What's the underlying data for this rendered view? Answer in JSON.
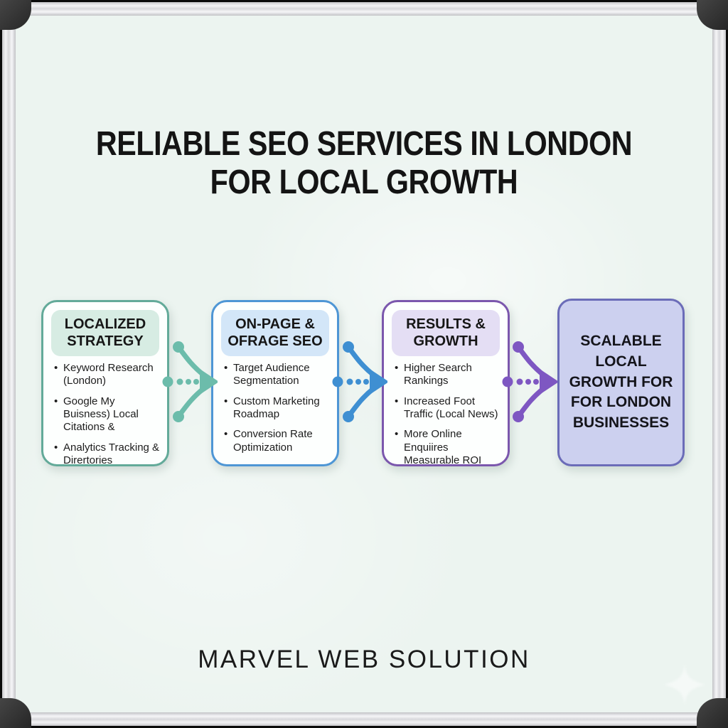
{
  "title": {
    "line1": "RELIABLE SEO SERVICES IN LONDON",
    "line2": "FOR LOCAL GROWTH"
  },
  "steps": [
    {
      "header": "LOCALIZED STRATEGY",
      "bullets": [
        "Keyword Research (London)",
        "Google My Buisness) Local Citations &",
        "Analytics Tracking & Dirertories"
      ],
      "colors": {
        "border": "#63aa99",
        "header_bg": "#d7ece3",
        "arrow": "#6cbcab"
      }
    },
    {
      "header": "ON-PAGE & OFRAGE SEO",
      "bullets": [
        "Target Audience Segmentation",
        "Custom Marketing Roadmap",
        "Conversion Rate Optimization"
      ],
      "colors": {
        "border": "#4e96d5",
        "header_bg": "#d3e6f8",
        "arrow": "#3f8fd2"
      }
    },
    {
      "header": "RESULTS & GROWTH",
      "bullets": [
        "Higher Search Rankings",
        "Increased Foot Traffic (Local News)",
        "More Online Enquiires Measurable ROI"
      ],
      "colors": {
        "border": "#7b57ad",
        "header_bg": "#e4def4",
        "arrow": "#7e57c2"
      }
    },
    {
      "header": "SCALABLE LOCAL GROWTH FOR FOR LONDON BUSINESSES",
      "colors": {
        "border": "#6b6cb8",
        "fill": "#ccd0ef"
      }
    }
  ],
  "footer": {
    "brand": "MARVEL WEB SOLUTION"
  },
  "board": {
    "surface_color": "#ecf4f0"
  }
}
